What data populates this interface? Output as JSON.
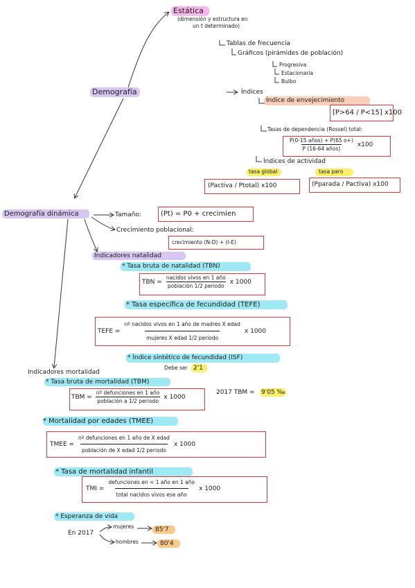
{
  "header": {
    "estatica": "Estática",
    "estatica_desc1": "(dimensión y estructura en",
    "estatica_desc2": "un t determinado)",
    "demografia": "Demografía"
  },
  "estatica_items": {
    "tablas": "Tablas de frecuencia",
    "graficos": "Gráficos (pirámides de población)",
    "progresiva": "Progresiva",
    "estacionaria": "Estacionaria",
    "bulbo": "Bulbo",
    "indices": "Índices",
    "envejecimiento": "Índice de envejecimiento",
    "env_formula": "[P>64 / P<15] x100",
    "dependencia": "Tasas de dependencia (Rossel) total:",
    "dep_num": "P(0-15 años) + P(65 o+)",
    "dep_den": "P (16-64 años)",
    "dep_mult": "x100",
    "actividad": "Índices de actividad",
    "tasa_global": "tasa global",
    "tasa_paro": "tasa paro",
    "global_formula": "(Pactiva / Ptotal) x100",
    "paro_formula": "(Pparada / Pactiva) x100"
  },
  "dinamica": {
    "title": "Demografía dinámica",
    "tamano": "Tamaño:",
    "tamano_formula": "(Pt) = P0 + crecimien",
    "crecimiento": "Crecimiento poblacional:",
    "crec_formula": "crecimiento (N-D) + (I-E)"
  },
  "natalidad": {
    "title": "Indicadores natalidad",
    "tbn_title": "* Tasa bruta de natalidad (TBN)",
    "tbn_lhs": "TBN =",
    "tbn_num": "nacidos vivos en 1 año",
    "tbn_den": "población 1/2 periodo",
    "tbn_mult": "x 1000",
    "tefe_title": "* Tasa específica de fecundidad (TEFE)",
    "tefe_lhs": "TEFE =",
    "tefe_num": "nº nacidos vivos en 1 año de madres X edad",
    "tefe_den": "mujeres X edad 1/2 periodo",
    "tefe_mult": "x 1000",
    "isf_title": "* Índice sintético de fecundidad (ISF)",
    "isf_debe": "Debe ser",
    "isf_value": "2'1"
  },
  "mortalidad": {
    "title": "Indicadores mortalidad",
    "tbm_title": "* Tasa bruta de mortalidad (TBM)",
    "tbm_lhs": "TBM =",
    "tbm_num": "nº defunciones en 1 año",
    "tbm_den": "población a 1/2 periodo",
    "tbm_mult": "x 1000",
    "tbm_year": "2017 TBM =",
    "tbm_value": "9'05 ‰",
    "tmee_title": "* Mortalidad por edades (TMEE)",
    "tmee_lhs": "TMEE =",
    "tmee_num": "nº defunciones en 1 año de X edad",
    "tmee_den": "población de X edad 1/2 periodo",
    "tmee_mult": "x 1000",
    "tmi_title": "* Tasa de mortalidad infantil",
    "tmi_lhs": "TMI =",
    "tmi_num": "defunciones en < 1 año en 1 año",
    "tmi_den": "total nacidos vivos ese año",
    "tmi_mult": "x 1000",
    "esp_title": "* Esperanza de vida",
    "esp_year": "En 2017",
    "mujeres": "mujeres",
    "mujeres_value": "85'7",
    "hombres": "hombres",
    "hombres_value": "80'4"
  },
  "colors": {
    "pink": "#f7b6ee",
    "purple": "#d8c6f2",
    "cyan": "#9fe9f4",
    "yellow": "#f9ef6b",
    "peach": "#f9cfb9",
    "orange": "#f9c98a",
    "red_box": "#d9363e"
  }
}
